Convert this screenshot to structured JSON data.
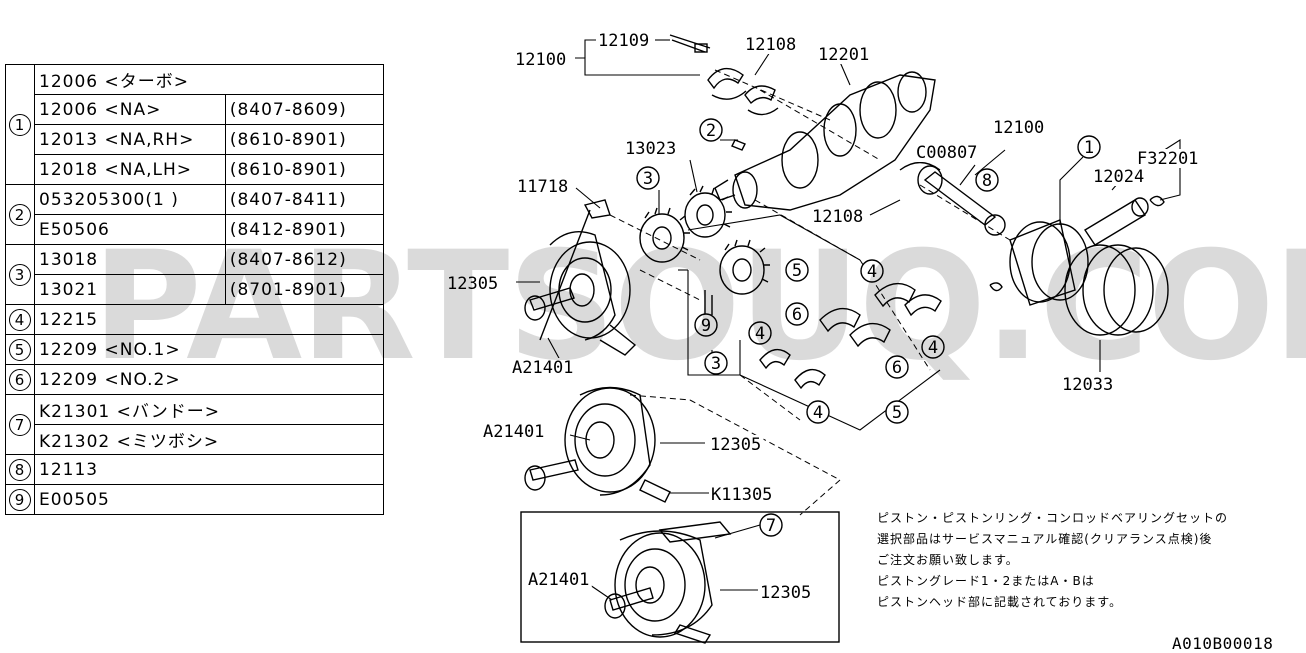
{
  "table": {
    "rows": [
      {
        "num": "1",
        "entries": [
          {
            "part": "12006 <ターボ>",
            "date": ""
          },
          {
            "part": "12006 <NA>",
            "date": "(8407-8609)"
          },
          {
            "part": "12013 <NA,RH>",
            "date": "(8610-8901)"
          },
          {
            "part": "12018 <NA,LH>",
            "date": "(8610-8901)"
          }
        ]
      },
      {
        "num": "2",
        "entries": [
          {
            "part": "053205300(1 )",
            "date": "(8407-8411)"
          },
          {
            "part": "E50506",
            "date": "(8412-8901)"
          }
        ]
      },
      {
        "num": "3",
        "entries": [
          {
            "part": "13018",
            "date": "(8407-8612)"
          },
          {
            "part": "13021",
            "date": "(8701-8901)"
          }
        ]
      },
      {
        "num": "4",
        "entries": [
          {
            "part": "12215",
            "date": ""
          }
        ]
      },
      {
        "num": "5",
        "entries": [
          {
            "part": "12209 <NO.1>",
            "date": ""
          }
        ]
      },
      {
        "num": "6",
        "entries": [
          {
            "part": "12209 <NO.2>",
            "date": ""
          }
        ]
      },
      {
        "num": "7",
        "entries": [
          {
            "part": "K21301 <バンドー>",
            "date": ""
          },
          {
            "part": "K21302 <ミツボシ>",
            "date": ""
          }
        ]
      },
      {
        "num": "8",
        "entries": [
          {
            "part": "12113",
            "date": ""
          }
        ]
      },
      {
        "num": "9",
        "entries": [
          {
            "part": "E00505",
            "date": ""
          }
        ]
      }
    ]
  },
  "watermark": "PARTSOUQ.COM",
  "callouts": {
    "c12100_top": "12100",
    "c12109": "12109",
    "c12108_top": "12108",
    "c12201": "12201",
    "c2": "2",
    "c13023": "13023",
    "c3_upper": "3",
    "c11718": "11718",
    "c12305_upper": "12305",
    "cA21401_upper": "A21401",
    "c9": "9",
    "c3_lower": "3",
    "c5_top": "5",
    "c6_top": "6",
    "c4_a": "4",
    "c4_b": "4",
    "c4_c": "4",
    "c4_d": "4",
    "c6_bottom": "6",
    "c5_bottom": "5",
    "c12108_mid": "12108",
    "cC00807": "C00807",
    "c8": "8",
    "c12100_right": "12100",
    "c1": "1",
    "cF32201": "F32201",
    "c12024": "12024",
    "c12033": "12033",
    "cA21401_mid": "A21401",
    "c12305_mid": "12305",
    "cK11305": "K11305",
    "c7": "7",
    "cA21401_low": "A21401",
    "c12305_low": "12305"
  },
  "note": {
    "lines": [
      "ピストン・ピストンリング・コンロッドベアリングセットの",
      "選択部品はサービスマニュアル確認(クリアランス点検)後",
      "ご注文お願い致します。",
      "ピストングレード1・2またはA・Bは",
      "ピストンヘッド部に記載されております。"
    ]
  },
  "ref_code": "A010B00018"
}
